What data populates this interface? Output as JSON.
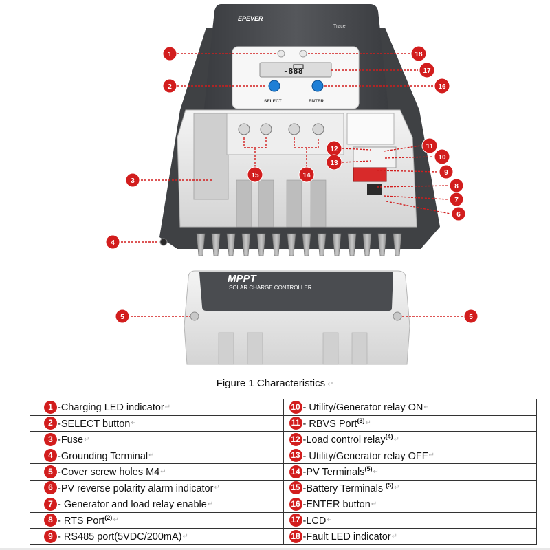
{
  "diagram": {
    "brand": "EPEVER",
    "model": "Tracer",
    "lcd_text": "-888",
    "select_label": "SELECT",
    "enter_label": "ENTER",
    "cover_title": "MPPT",
    "cover_subtitle": "SOLAR CHARGE CONTROLLER",
    "callouts": [
      "1",
      "2",
      "3",
      "4",
      "5",
      "6",
      "7",
      "8",
      "9",
      "10",
      "11",
      "12",
      "13",
      "14",
      "15",
      "16",
      "17",
      "18"
    ]
  },
  "caption": {
    "text": "Figure 1 Characteristics",
    "mark": "↵"
  },
  "legend": {
    "rows": [
      {
        "left": {
          "num": "1",
          "text": "-Charging LED indicator",
          "sup": "",
          "mark": "↵"
        },
        "right": {
          "num": "10",
          "text": "- Utility/Generator relay ON",
          "sup": "",
          "mark": "↵"
        }
      },
      {
        "left": {
          "num": "2",
          "text": "-SELECT button",
          "sup": "",
          "mark": "↵"
        },
        "right": {
          "num": "11",
          "text": "- RBVS Port",
          "sup": "(3)",
          "mark": "↵"
        }
      },
      {
        "left": {
          "num": "3",
          "text": "-Fuse",
          "sup": "",
          "mark": "↵"
        },
        "right": {
          "num": "12",
          "text": "-Load control relay",
          "sup": "(4)",
          "mark": "↵"
        }
      },
      {
        "left": {
          "num": "4",
          "text": "-Grounding Terminal",
          "sup": "",
          "mark": "↵"
        },
        "right": {
          "num": "13",
          "text": "- Utility/Generator relay OFF",
          "sup": "",
          "mark": "↵"
        }
      },
      {
        "left": {
          "num": "5",
          "text": "-Cover screw holes M4",
          "sup": "",
          "mark": "↵"
        },
        "right": {
          "num": "14",
          "text": "-PV Terminals",
          "sup": "(5)",
          "mark": "↵"
        }
      },
      {
        "left": {
          "num": "6",
          "text": "-PV reverse polarity alarm indicator",
          "sup": "",
          "mark": "↵"
        },
        "right": {
          "num": "15",
          "text": "-Battery Terminals ",
          "sup": "(5)",
          "mark": "↵"
        }
      },
      {
        "left": {
          "num": "7",
          "text": "- Generator and load relay enable",
          "sup": "",
          "mark": "↵"
        },
        "right": {
          "num": "16",
          "text": "-ENTER button",
          "sup": "",
          "mark": "↵"
        }
      },
      {
        "left": {
          "num": "8",
          "text": "- RTS Port",
          "sup": "(2)",
          "mark": "↵"
        },
        "right": {
          "num": "17",
          "text": "-LCD",
          "sup": "",
          "mark": "↵"
        }
      },
      {
        "left": {
          "num": "9",
          "text": "- RS485 port(5VDC/200mA)",
          "sup": "",
          "mark": "↵"
        },
        "right": {
          "num": "18",
          "text": "-Fault LED indicator",
          "sup": "",
          "mark": "↵"
        }
      }
    ]
  },
  "colors": {
    "callout_red": "#d21d1d",
    "housing_dark": "#4a4c50",
    "housing_light": "#e6e6e6",
    "button_blue": "#1e7fd6"
  }
}
